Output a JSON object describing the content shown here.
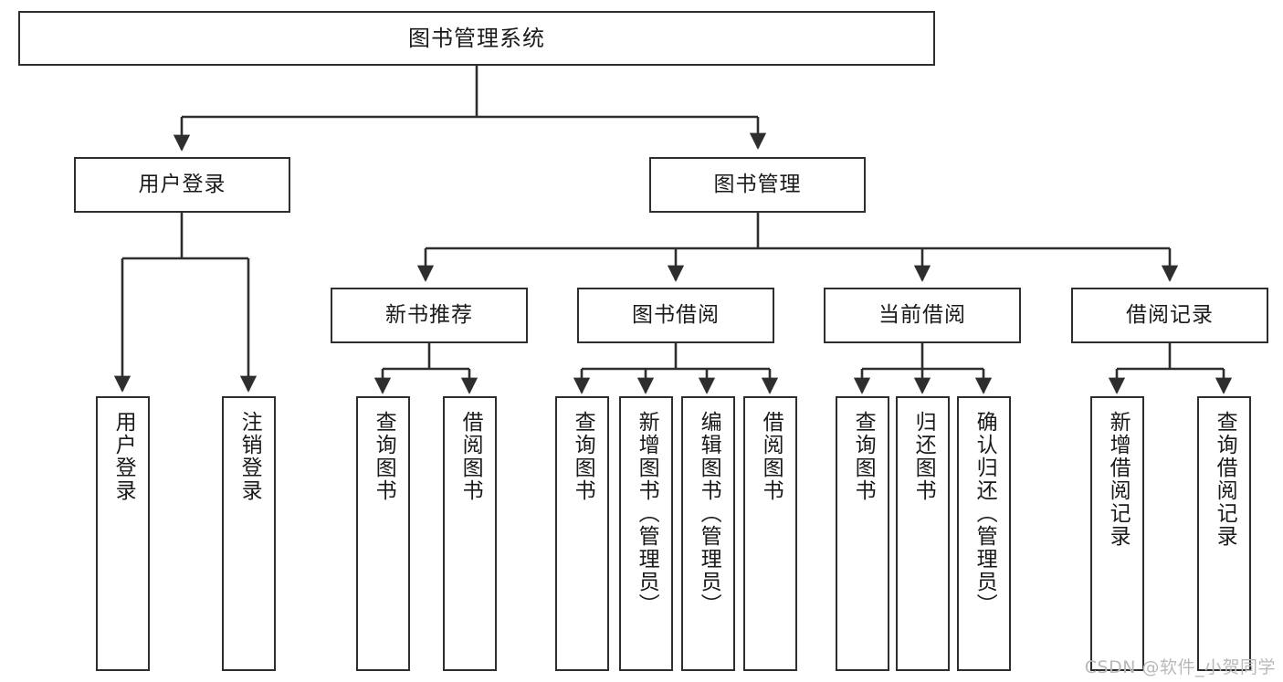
{
  "diagram": {
    "title": "图书管理系统",
    "type": "tree-hierarchy-chart",
    "watermark": "CSDN @软件_小贺同学",
    "colors": {
      "border": "#2e2e2e",
      "fill": "#ffffff",
      "text": "#1a1a1a",
      "edge": "#2e2e2e",
      "watermark": "#b9b9b9"
    }
  },
  "nodes": {
    "root": {
      "label": "图书管理系统"
    },
    "level2": [
      {
        "id": "user-login",
        "label": "用户登录"
      },
      {
        "id": "book-manage",
        "label": "图书管理"
      }
    ],
    "level3": [
      {
        "id": "new-book-recommend",
        "label": "新书推荐"
      },
      {
        "id": "book-borrow",
        "label": "图书借阅"
      },
      {
        "id": "current-borrow",
        "label": "当前借阅"
      },
      {
        "id": "borrow-record",
        "label": "借阅记录"
      }
    ],
    "leaves": {
      "user_login": [
        {
          "id": "leaf-user-login",
          "label": "用户登录"
        },
        {
          "id": "leaf-logout-login",
          "label": "注销登录"
        }
      ],
      "new_book_recommend": [
        {
          "id": "leaf-query-book-1",
          "label": "查询图书"
        },
        {
          "id": "leaf-borrow-book-1",
          "label": "借阅图书"
        }
      ],
      "book_borrow": [
        {
          "id": "leaf-query-book-2",
          "label": "查询图书"
        },
        {
          "id": "leaf-add-book",
          "label": "新增图书（管理员）"
        },
        {
          "id": "leaf-edit-book",
          "label": "编辑图书（管理员）"
        },
        {
          "id": "leaf-borrow-book-2",
          "label": "借阅图书"
        }
      ],
      "current_borrow": [
        {
          "id": "leaf-query-book-3",
          "label": "查询图书"
        },
        {
          "id": "leaf-return-book",
          "label": "归还图书"
        },
        {
          "id": "leaf-confirm-return",
          "label": "确认归还（管理员）"
        }
      ],
      "borrow_record": [
        {
          "id": "leaf-add-record",
          "label": "新增借阅记录"
        },
        {
          "id": "leaf-query-record",
          "label": "查询借阅记录"
        }
      ]
    }
  }
}
